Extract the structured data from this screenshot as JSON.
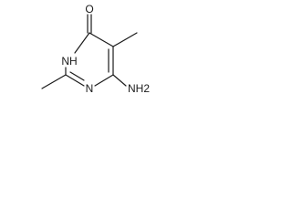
{
  "structure": {
    "atoms": {
      "oxygen": "O",
      "nh": "NH",
      "n": "N",
      "amine": "NH2"
    }
  },
  "colors": {
    "ink": "#1a1a1a",
    "background": "#ffffff"
  }
}
